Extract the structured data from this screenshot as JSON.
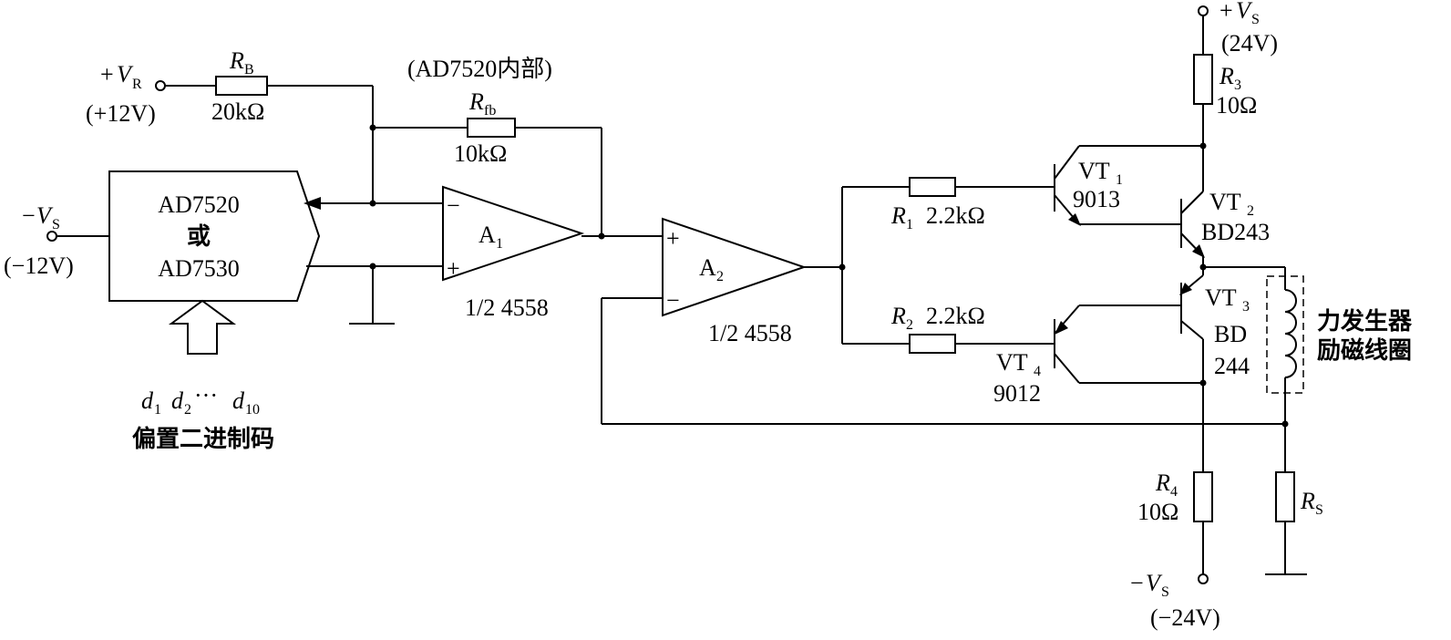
{
  "supplies": {
    "vr_top": "+",
    "vr_sym": "V",
    "vr_sub": "R",
    "vr_val": "(+12V)",
    "vs_neg_sign": "−",
    "vs_neg_sym": "V",
    "vs_neg_sub": "S",
    "vs_neg_val": "(−12V)",
    "vs_pos_sign": "+",
    "vs_pos_sym": "V",
    "vs_pos_sub": "S",
    "vs_pos_val": "(24V)",
    "vs_bot_sign": "−",
    "vs_bot_sym": "V",
    "vs_bot_sub": "S",
    "vs_bot_val": "(−24V)"
  },
  "resistors": {
    "rb_sym": "R",
    "rb_sub": "B",
    "rb_val": "20kΩ",
    "rfb_sym": "R",
    "rfb_sub": "fb",
    "rfb_val": "10kΩ",
    "r1_sym": "R",
    "r1_sub": "1",
    "r1_val": "2.2kΩ",
    "r2_sym": "R",
    "r2_sub": "2",
    "r2_val": "2.2kΩ",
    "r3_sym": "R",
    "r3_sub": "3",
    "r3_val": "10Ω",
    "r4_sym": "R",
    "r4_sub": "4",
    "r4_val": "10Ω",
    "rs_sym": "R",
    "rs_sub": "S"
  },
  "dac": {
    "note": "(AD7520内部)",
    "line1": "AD7520",
    "line2": "或",
    "line3": "AD7530",
    "d1": "d",
    "d1_sub": "1",
    "d2": "d",
    "d2_sub": "2",
    "dots": "···",
    "d10": "d",
    "d10_sub": "10",
    "code_label": "偏置二进制码"
  },
  "opamps": {
    "a1_sym": "A",
    "a1_sub": "1",
    "a1_part": "1/2 4558",
    "a2_sym": "A",
    "a2_sub": "2",
    "a2_part": "1/2 4558",
    "minus": "−",
    "plus": "+"
  },
  "transistors": {
    "vt1_sym": "VT",
    "vt1_sub": "1",
    "vt1_part": "9013",
    "vt2_sym": "VT",
    "vt2_sub": "2",
    "vt2_part": "BD243",
    "vt3_sym": "VT",
    "vt3_sub": "3",
    "vt3_part1": "BD",
    "vt3_part2": "244",
    "vt4_sym": "VT",
    "vt4_sub": "4",
    "vt4_part": "9012"
  },
  "coil": {
    "label1": "力发生器",
    "label2": "励磁线圈"
  }
}
